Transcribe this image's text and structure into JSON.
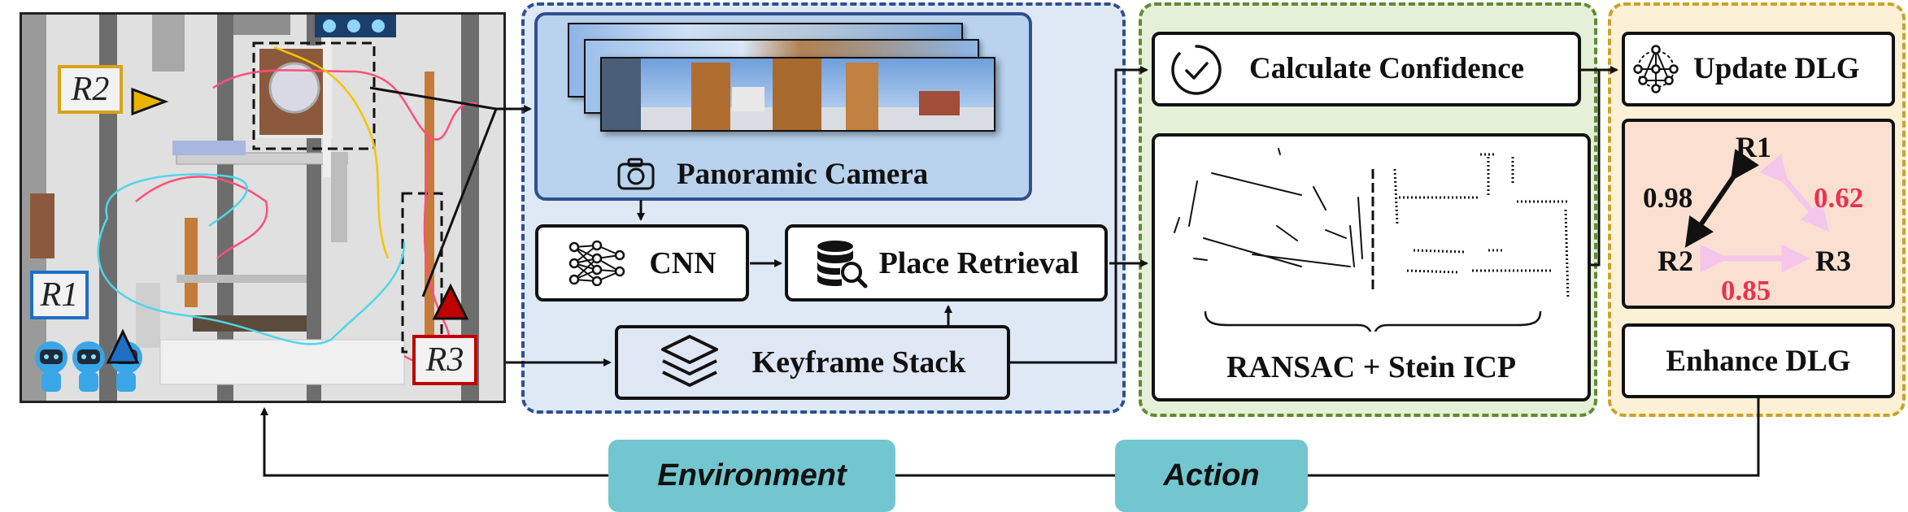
{
  "robot_labels": {
    "r1": "R1",
    "r2": "R2",
    "r3": "R3"
  },
  "retrieval": {
    "panoramic_camera": "Panoramic Camera",
    "cnn": "CNN",
    "place_retrieval": "Place Retrieval",
    "keyframe_stack": "Keyframe Stack"
  },
  "registration": {
    "calculate_confidence": "Calculate Confidence",
    "method": "RANSAC + Stein ICP"
  },
  "dlg": {
    "update": "Update DLG",
    "enhance": "Enhance DLG",
    "graph": {
      "nodes": [
        "R1",
        "R2",
        "R3"
      ],
      "edges": [
        {
          "from": "R1",
          "to": "R2",
          "weight": "0.98"
        },
        {
          "from": "R1",
          "to": "R3",
          "weight": "0.62"
        },
        {
          "from": "R2",
          "to": "R3",
          "weight": "0.85"
        }
      ]
    }
  },
  "loop_labels": {
    "environment": "Environment",
    "action": "Action"
  },
  "colors": {
    "blue_panel": "#dfe9f6",
    "blue_border": "#2f4f8f",
    "green_panel": "#e4f0d8",
    "green_border": "#5e8a33",
    "yellow_panel": "#fcf0d6",
    "yellow_border": "#c9a227",
    "camera_box": "#b9d3ee",
    "graph_box": "#fbe0d2",
    "teal_label": "#72c6cf",
    "strong_edge": "#111111",
    "weak_edge": "#f4c6ec",
    "weight_red": "#e8344d",
    "r1_blue": "#1f6fc4",
    "r2_yellow": "#e8b400",
    "r3_red": "#c00000"
  }
}
